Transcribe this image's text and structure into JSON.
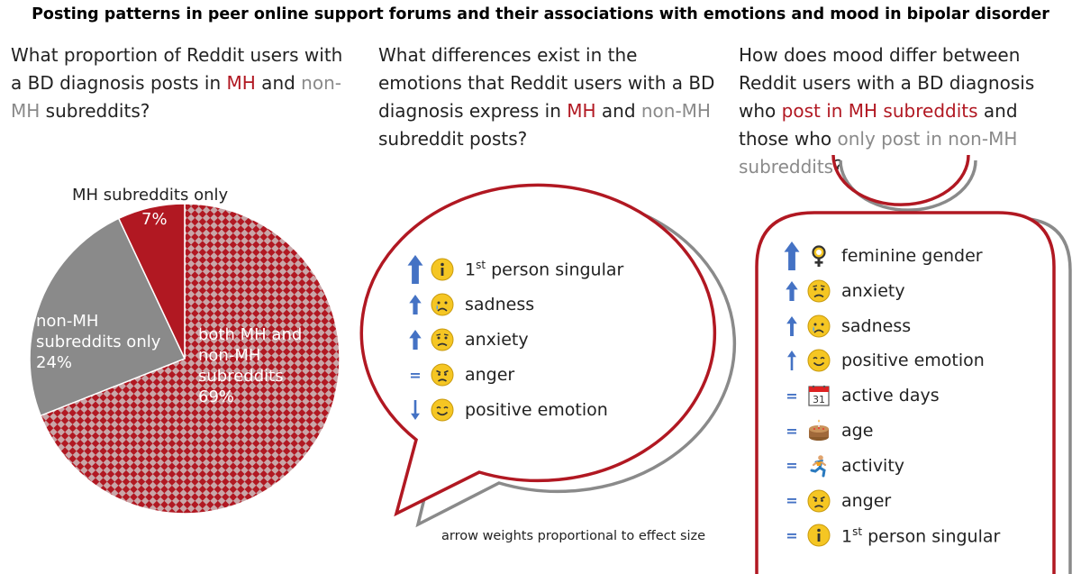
{
  "title": "Posting patterns in peer online support forums and their associations with emotions and mood in bipolar disorder",
  "questions": {
    "q1": {
      "pre": "What proportion of Reddit users with a BD diagnosis posts in ",
      "mh": "MH",
      "mid": " and ",
      "nonmh": "non-MH",
      "post": " subreddits?"
    },
    "q2": {
      "pre": "What differences exist in the emotions that Reddit users with a BD diagnosis express in ",
      "mh": "MH",
      "mid": " and ",
      "nonmh": "non-MH",
      "post": " subreddit posts?"
    },
    "q3": {
      "pre": "How does mood differ between Reddit users with a BD diagnosis who ",
      "mh": "post in MH subreddits",
      "mid": " and those who ",
      "nonmh": "only post in non-MH subreddits",
      "post": "?"
    }
  },
  "chart_data": {
    "type": "pie",
    "slices": [
      {
        "label": "MH subreddits only",
        "value": 7,
        "value_label": "7%",
        "color": "#b11822"
      },
      {
        "label": "both MH and non-MH subreddits",
        "value": 69,
        "value_label": "69%",
        "color": "#b11822",
        "pattern": "checker"
      },
      {
        "label": "non-MH subreddits only",
        "value": 24,
        "value_label": "24%",
        "color": "#8a8a8a"
      }
    ]
  },
  "pie_labels": {
    "mh_only": "MH subreddits only",
    "mh_only_pct": "7%",
    "both_l1": "both MH and",
    "both_l2": "non-MH",
    "both_l3": "subreddits",
    "both_pct": "69%",
    "nonmh_l1": "non-MH",
    "nonmh_l2": "subreddits only",
    "nonmh_pct": "24%"
  },
  "speech_list": [
    {
      "arrow": "up",
      "weight": 3,
      "icon": "info",
      "label": "1",
      "sup": "st",
      "rest": " person singular"
    },
    {
      "arrow": "up",
      "weight": 2,
      "icon": "crying-face",
      "label": "sadness"
    },
    {
      "arrow": "up",
      "weight": 2,
      "icon": "worried-face",
      "label": "anxiety"
    },
    {
      "arrow": "equal",
      "weight": 0,
      "icon": "angry-face",
      "label": "anger",
      "symbol": "="
    },
    {
      "arrow": "down",
      "weight": 1,
      "icon": "smiling-face",
      "label": "positive emotion"
    }
  ],
  "person_list": [
    {
      "arrow": "up",
      "weight": 3,
      "icon": "female-sign",
      "label": "feminine gender"
    },
    {
      "arrow": "up",
      "weight": 2,
      "icon": "worried-face",
      "label": "anxiety"
    },
    {
      "arrow": "up",
      "weight": 1.5,
      "icon": "crying-face",
      "label": "sadness"
    },
    {
      "arrow": "up",
      "weight": 1,
      "icon": "smiling-face",
      "label": "positive emotion"
    },
    {
      "arrow": "equal",
      "weight": 0,
      "icon": "calendar",
      "label": "active days",
      "symbol": "=",
      "calendar_day": "31"
    },
    {
      "arrow": "equal",
      "weight": 0,
      "icon": "cake",
      "label": "age",
      "symbol": "="
    },
    {
      "arrow": "equal",
      "weight": 0,
      "icon": "runner",
      "label": "activity",
      "symbol": "="
    },
    {
      "arrow": "equal",
      "weight": 0,
      "icon": "angry-face",
      "label": "anger",
      "symbol": "="
    },
    {
      "arrow": "equal",
      "weight": 0,
      "icon": "info",
      "label": "1",
      "sup": "st",
      "rest": " person singular",
      "symbol": "="
    }
  ],
  "note": "arrow weights proportional to effect size",
  "colors": {
    "red": "#b11822",
    "grey": "#8a8a8a",
    "arrow": "#4472c4",
    "emoji": "#f5c623"
  }
}
